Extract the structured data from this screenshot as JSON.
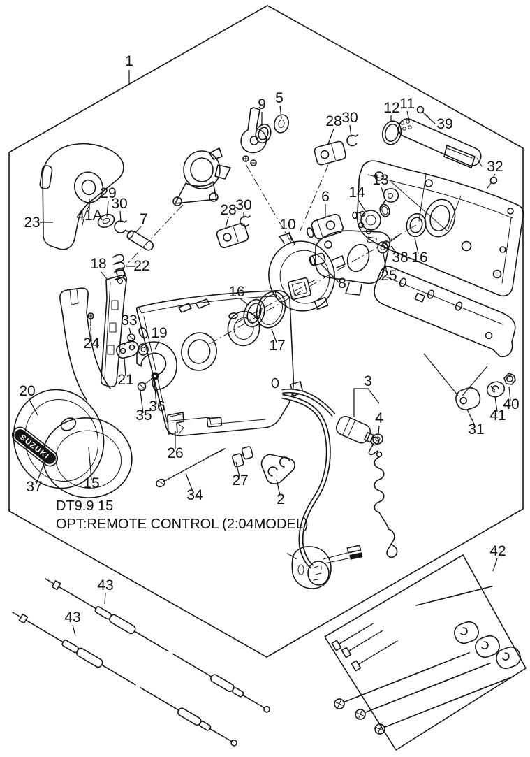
{
  "figure": {
    "model_code": "DT9.9 15",
    "caption": "OPT:REMOTE CONTROL (2:04MODEL)",
    "brand_badge": "SUZUKI"
  },
  "part_labels": {
    "p1": "1",
    "p2": "2",
    "p3": "3",
    "p4": "4",
    "p5": "5",
    "p6": "6",
    "p7": "7",
    "p8": "8",
    "p9": "9",
    "p10": "10",
    "p11": "11",
    "p12": "12",
    "p13": "13",
    "p14": "14",
    "p15": "15",
    "p16a": "16",
    "p16b": "16",
    "p17": "17",
    "p18": "18",
    "p19": "19",
    "p20": "20",
    "p21": "21",
    "p22": "22",
    "p23": "23",
    "p24": "24",
    "p25": "25",
    "p26": "26",
    "p27": "27",
    "p28a": "28",
    "p28b": "28",
    "p29": "29",
    "p30a": "30",
    "p30b": "30",
    "p30c": "30",
    "p31": "31",
    "p32": "32",
    "p33": "33",
    "p34": "34",
    "p35": "35",
    "p36": "36",
    "p37": "37",
    "p38": "38",
    "p39": "39",
    "p40": "40",
    "p41": "41",
    "p41a": "41A",
    "p42": "42",
    "p43a": "43",
    "p43b": "43"
  }
}
